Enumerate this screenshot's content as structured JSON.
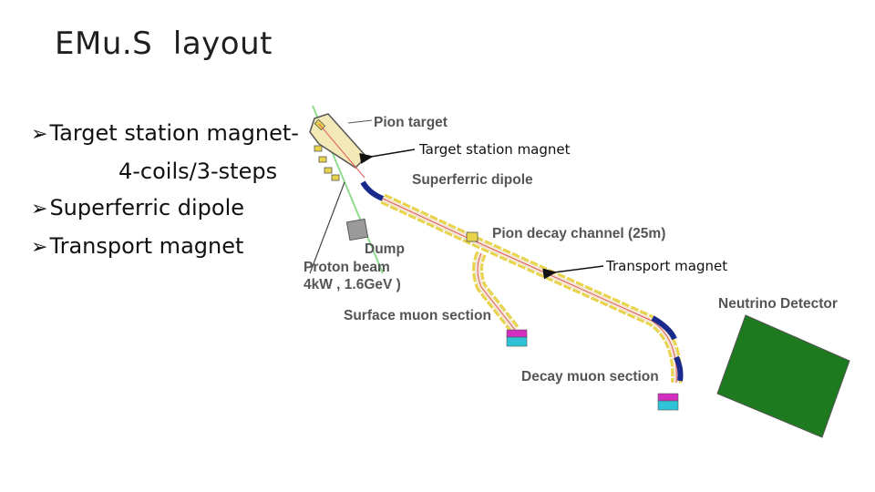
{
  "slide": {
    "title": "EMu.S  layout",
    "bullets": [
      {
        "text": "Target station magnet-",
        "sub": "4-coils/3-steps"
      },
      {
        "text": "Superferric dipole"
      },
      {
        "text": "Transport magnet"
      }
    ]
  },
  "diagram": {
    "labels": {
      "pion_target": "Pion target",
      "superferric_dipole": "Superferric dipole",
      "pion_decay_channel": "Pion decay channel (25m)",
      "dump": "Dump",
      "proton_beam_line1": "Proton beam",
      "proton_beam_line2": "4kW , 1.6GeV )",
      "surface_muon_section": "Surface muon section",
      "decay_muon_section": "Decay muon section",
      "neutrino_detector": "Neutrino Detector"
    },
    "callouts": {
      "target_station_magnet": "Target station magnet",
      "transport_magnet": "Transport magnet"
    },
    "colors": {
      "magnet_yellow": "#e8d44a",
      "dipole_blue": "#1a2a8c",
      "detector_green": "#1e7a1e",
      "proton_beam_green": "#8fdc8f",
      "dump_gray": "#9a9a9a",
      "endcap_magenta": "#d22fc0",
      "endcap_cyan": "#2ec4d6"
    }
  }
}
